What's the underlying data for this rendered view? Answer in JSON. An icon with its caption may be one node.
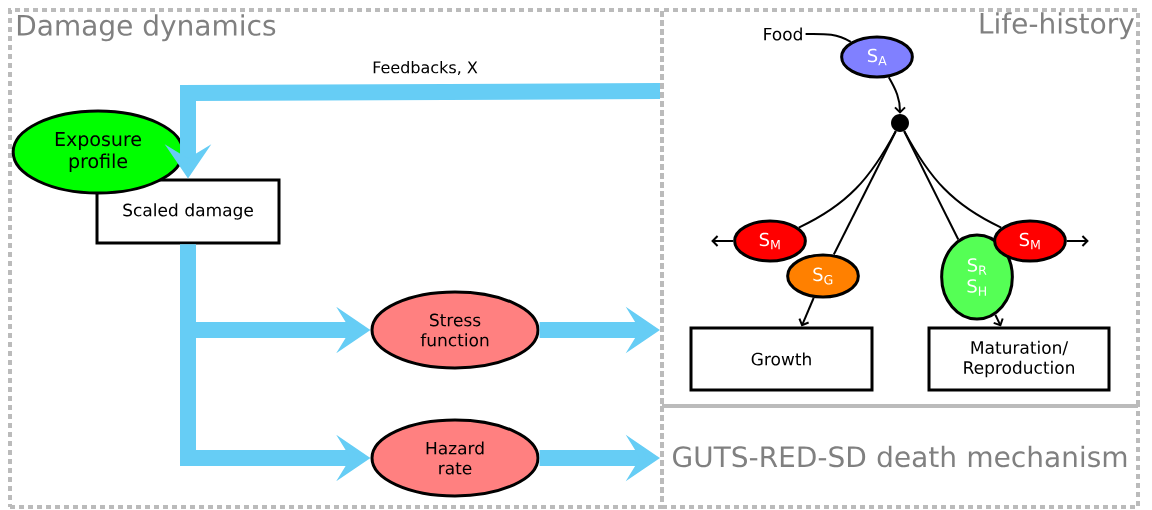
{
  "diagram": {
    "nodes": [
      {
        "text": [
          "Damage dynamics"
        ]
      },
      {
        "text": [
          "Exposure profile"
        ],
        "in": 0
      },
      {
        "text": [
          "Scaled damage"
        ],
        "in": 0
      },
      {
        "text": [
          "Stress function"
        ],
        "in": 0
      },
      {
        "text": [
          "Hazard rate"
        ],
        "in": 0
      },
      {
        "text": [
          "Life-history"
        ]
      },
      {
        "text": [
          "Food"
        ],
        "in": 5
      },
      {
        "text": [
          "S$_{A}$"
        ],
        "in": 5
      },
      {
        "text": [],
        "shape": "circle",
        "in": 5
      },
      {
        "text": [
          "S$_{M}$"
        ],
        "in": 5
      },
      {
        "text": [
          "S$_{G}$"
        ],
        "in": 5
      },
      {
        "text": [
          "S$_{R}$",
          "S$_{H}$"
        ],
        "in": 5
      },
      {
        "text": [
          "S$_{M}$"
        ],
        "in": 5
      },
      {
        "text": [
          "Growth"
        ],
        "in": 5
      },
      {
        "text": [
          "Maturation/ Reproduction"
        ],
        "in": 5
      },
      {
        "text": [
          "GUTS-RED-SD death mechanism"
        ]
      }
    ],
    "edges": [
      {
        "from": 5,
        "to": 2,
        "arrow": "to",
        "label": "Feedbacks, X",
        "style": "thick",
        "color": "#66cdf5"
      },
      {
        "from": 2,
        "to": 3,
        "arrow": "to",
        "style": "thick",
        "color": "#66cdf5"
      },
      {
        "from": 2,
        "to": 4,
        "arrow": "to",
        "style": "thick",
        "color": "#66cdf5"
      },
      {
        "from": 3,
        "to": 5,
        "arrow": "to",
        "style": "thick",
        "color": "#66cdf5"
      },
      {
        "from": 4,
        "to": 15,
        "arrow": "to",
        "style": "thick",
        "color": "#66cdf5"
      },
      {
        "from": 6,
        "to": 7,
        "arrow": "none"
      },
      {
        "from": 7,
        "to": 8,
        "arrow": "to"
      },
      {
        "from": 8,
        "to": 9,
        "arrow": "none"
      },
      {
        "from": 8,
        "to": 10,
        "arrow": "none"
      },
      {
        "from": 8,
        "to": 11,
        "arrow": "none"
      },
      {
        "from": 8,
        "to": 12,
        "arrow": "none"
      },
      {
        "from": 9,
        "to": null,
        "arrow": "to"
      },
      {
        "from": 12,
        "to": null,
        "arrow": "to"
      },
      {
        "from": 10,
        "to": 13,
        "arrow": "to"
      },
      {
        "from": 11,
        "to": 14,
        "arrow": "to"
      }
    ]
  }
}
